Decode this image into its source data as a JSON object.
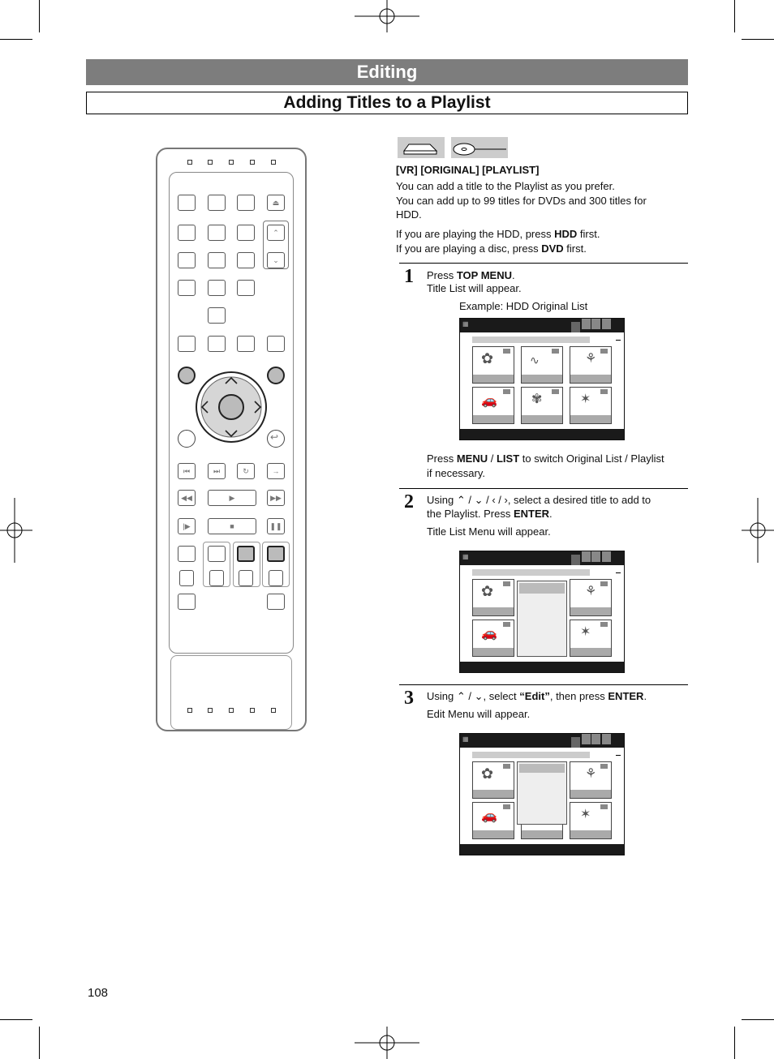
{
  "header": {
    "section": "Editing",
    "title": "Adding Titles to a Playlist"
  },
  "disc_icons": [
    "hdd-icon",
    "dvd-disc-icon"
  ],
  "intro": {
    "tag": "[VR] [ORIGINAL] [PLAYLIST]",
    "line1": "You can add a title to the Playlist as you prefer.",
    "line2": "You can add up to 99 titles for DVDs and 300 titles for",
    "line3": "HDD.",
    "hdd_pre": "If you are playing the HDD, press ",
    "hdd_key": "HDD",
    "hdd_post": " first.",
    "dvd_pre": "If you are playing a disc, press ",
    "dvd_key": "DVD",
    "dvd_post": " first."
  },
  "steps": [
    {
      "number": "1",
      "line1_pre": "Press ",
      "line1_key": "TOP MENU",
      "line1_post": ".",
      "line2": "Title List will appear.",
      "example": "Example: HDD Original List",
      "note_pre": "Press ",
      "note_key1": "MENU",
      "note_sep": " / ",
      "note_key2": "LIST",
      "note_post": " to switch Original List / Playlist",
      "note_line2": "if necessary."
    },
    {
      "number": "2",
      "line1_pre": "Using ",
      "arrows": "⌃ / ⌄ / ‹ / ›",
      "line1_post": ", select a desired title to add to",
      "line2_pre": "the Playlist. Press ",
      "line2_key": "ENTER",
      "line2_post": ".",
      "line3": "Title List Menu will appear."
    },
    {
      "number": "3",
      "line1_pre": "Using ",
      "arrows": "⌃ / ⌄",
      "line1_mid": ", select ",
      "line1_item": "“Edit”",
      "line1_mid2": ", then press ",
      "line1_key": "ENTER",
      "line1_post": ".",
      "line2": "Edit Menu will appear."
    }
  ],
  "remote_icons": [
    "eject-icon",
    "up-icon",
    "down-icon",
    "skip-back-icon",
    "skip-forward-icon",
    "replay-icon",
    "skip-icon",
    "rewind-icon",
    "play-icon",
    "forward-icon",
    "step-icon",
    "stop-icon",
    "pause-icon",
    "return-icon"
  ],
  "screen_thumbs": [
    "flowers-thumb",
    "worm-thumb",
    "tulip-thumb",
    "car-thumb",
    "butterfly-thumb",
    "stars-thumb"
  ],
  "page_number": "108"
}
